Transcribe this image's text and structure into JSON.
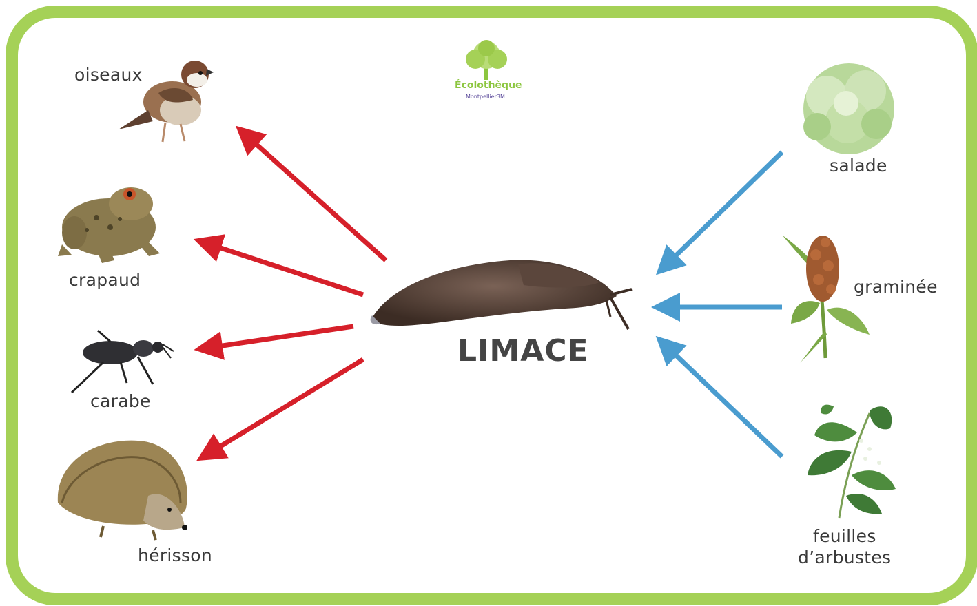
{
  "center": {
    "label": "LIMACE"
  },
  "logo": {
    "name": "Écolothèque",
    "sub": "Montpellier3M"
  },
  "predators": [
    {
      "label": "oiseaux",
      "icon": "sparrow-illustration"
    },
    {
      "label": "crapaud",
      "icon": "toad-illustration"
    },
    {
      "label": "carabe",
      "icon": "ground-beetle-illustration"
    },
    {
      "label": "hérisson",
      "icon": "hedgehog-illustration"
    }
  ],
  "food": [
    {
      "label": "salade",
      "icon": "lettuce-illustration"
    },
    {
      "label": "graminée",
      "icon": "grass-grain-illustration"
    },
    {
      "label": "feuilles",
      "label2": "d’arbustes",
      "icon": "shrub-leaves-illustration"
    }
  ],
  "colors": {
    "frame": "#a5d157",
    "predator_arrow": "#d6202a",
    "food_arrow": "#4a9ccf",
    "logo_green": "#8cc63f",
    "logo_purple": "#5b4a9b"
  }
}
